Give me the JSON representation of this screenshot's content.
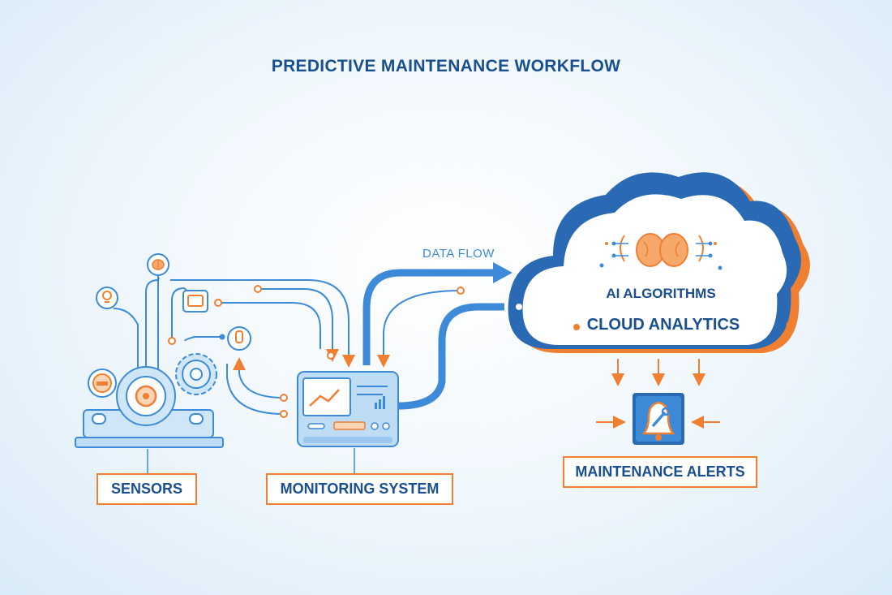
{
  "title": "PREDICTIVE MAINTENANCE WORKFLOW",
  "labels": {
    "sensors": "SENSORS",
    "monitoring": "MONITORING SYSTEM",
    "alerts": "MAINTENANCE ALERTS",
    "data_flow": "DATA FLOW",
    "ai": "AI ALGORITHMS",
    "cloud": "CLOUD ANALYTICS"
  },
  "colors": {
    "navy": "#1a4f8f",
    "blue": "#3d8bd8",
    "light_blue": "#bfdcf5",
    "orange": "#f07f32"
  },
  "icons": [
    "gear-icon",
    "brain-icon",
    "bulb-icon",
    "monitor-icon",
    "bell-icon",
    "wrench-icon",
    "cloud-icon"
  ]
}
